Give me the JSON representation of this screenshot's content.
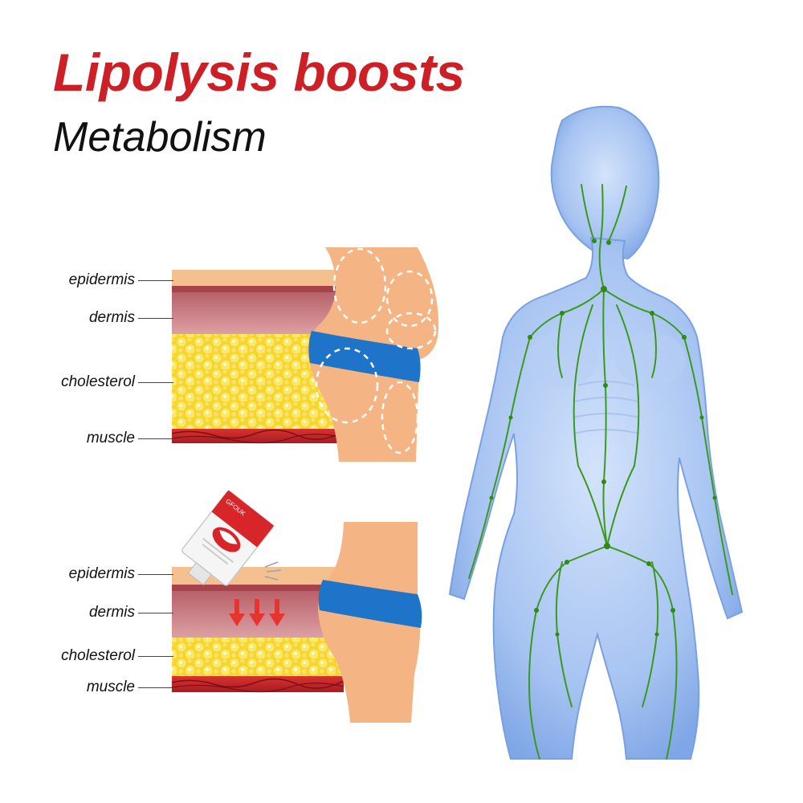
{
  "title": {
    "line1": "Lipolysis boosts",
    "line2": "Metabolism"
  },
  "top_diagram": {
    "labels": {
      "epidermis": "epidermis",
      "dermis": "dermis",
      "cholesterol": "cholesterol",
      "muscle": "muscle"
    }
  },
  "bottom_diagram": {
    "labels": {
      "epidermis": "epidermis",
      "dermis": "dermis",
      "cholesterol": "cholesterol",
      "muscle": "muscle"
    },
    "product_brand": "GFOUK"
  },
  "colors": {
    "title_red": "#cc2026",
    "epidermis": "#f5c08f",
    "dermis": "#c9787f",
    "fat": "#f7df3a",
    "muscle": "#c8262a",
    "skin": "#f4b483",
    "band": "#1e74c8",
    "body_blue": "#8fb4ec",
    "lymph_green": "#3b9a1e"
  }
}
